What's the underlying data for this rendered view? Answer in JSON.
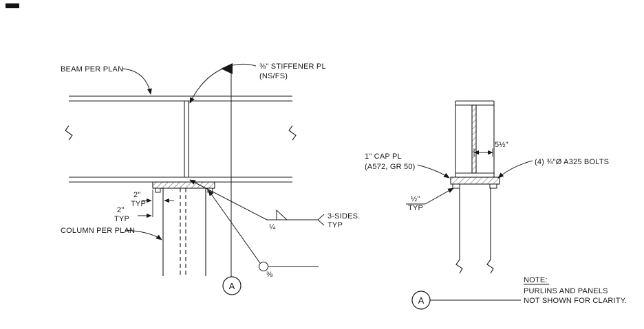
{
  "left": {
    "beam_label": "BEAM PER PLAN",
    "stiffener_line1": "⅜\" STIFFENER PL",
    "stiffener_line2": "(NS/FS)",
    "dim_a_value": "2\"",
    "dim_a_typ": "TYP",
    "dim_b_value": "2\"",
    "dim_b_typ": "TYP",
    "column_label": "COLUMN PER PLAN",
    "weld_fillet_size": "¼",
    "weld_note_line1": "3-SIDES.",
    "weld_note_line2": "TYP",
    "weld_allaround_size": "⅜",
    "section_letter": "A"
  },
  "right": {
    "cap_plate_line1": "1\" CAP PL",
    "cap_plate_line2": "(A572, GR 50)",
    "gauge_dim": "5½\"",
    "bolts_label": "(4) ¾\"Ø A325 BOLTS",
    "weld_size": "½\"",
    "weld_typ": "TYP",
    "section_letter": "A"
  },
  "note": {
    "title": "NOTE:",
    "line1": "PURLINS AND PANELS",
    "line2": "NOT SHOWN FOR CLARITY."
  }
}
